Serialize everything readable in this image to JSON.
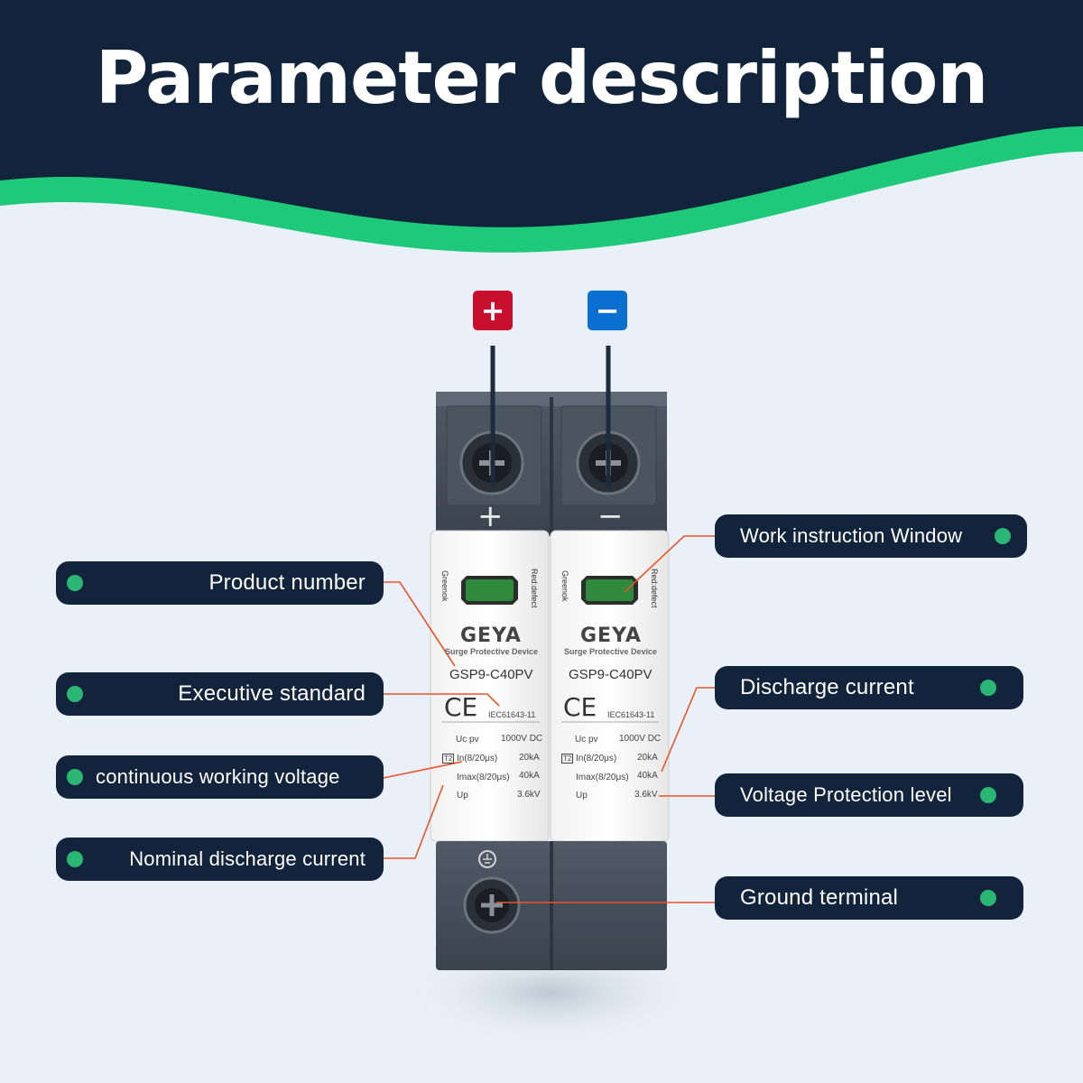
{
  "header": {
    "title": "Parameter description"
  },
  "polarity": {
    "positive": "+",
    "negative": "−"
  },
  "colors": {
    "navy": "#12243b",
    "green_wave": "#1fc97a",
    "dot_green": "#2bb673",
    "leader_orange": "#e8552a",
    "plus_red": "#c8102e",
    "minus_blue": "#0b6fd1"
  },
  "callouts": {
    "product_number": "Product number",
    "executive_standard": "Executive standard",
    "continuous_voltage": "continuous working voltage",
    "nominal_discharge": "Nominal discharge current",
    "work_window": "Work instruction Window",
    "discharge_current": "Discharge current",
    "protection_level": "Voltage Protection level",
    "ground_terminal": "Ground terminal"
  },
  "module": {
    "brand": "GEYA",
    "subtitle": "Surge Protective Device",
    "model": "GSP9-C40PV",
    "mark": "CE",
    "standard": "IEC61643-11",
    "side_left": "Greenok",
    "side_right": "Red:defect",
    "class_tag": "T2",
    "specs": [
      {
        "label": "Uc pv",
        "value": "1000V DC"
      },
      {
        "label": "In(8/20μs)",
        "value": "20kA"
      },
      {
        "label": "Imax(8/20μs)",
        "value": "40kA"
      },
      {
        "label": "Up",
        "value": "3.6kV"
      }
    ]
  }
}
